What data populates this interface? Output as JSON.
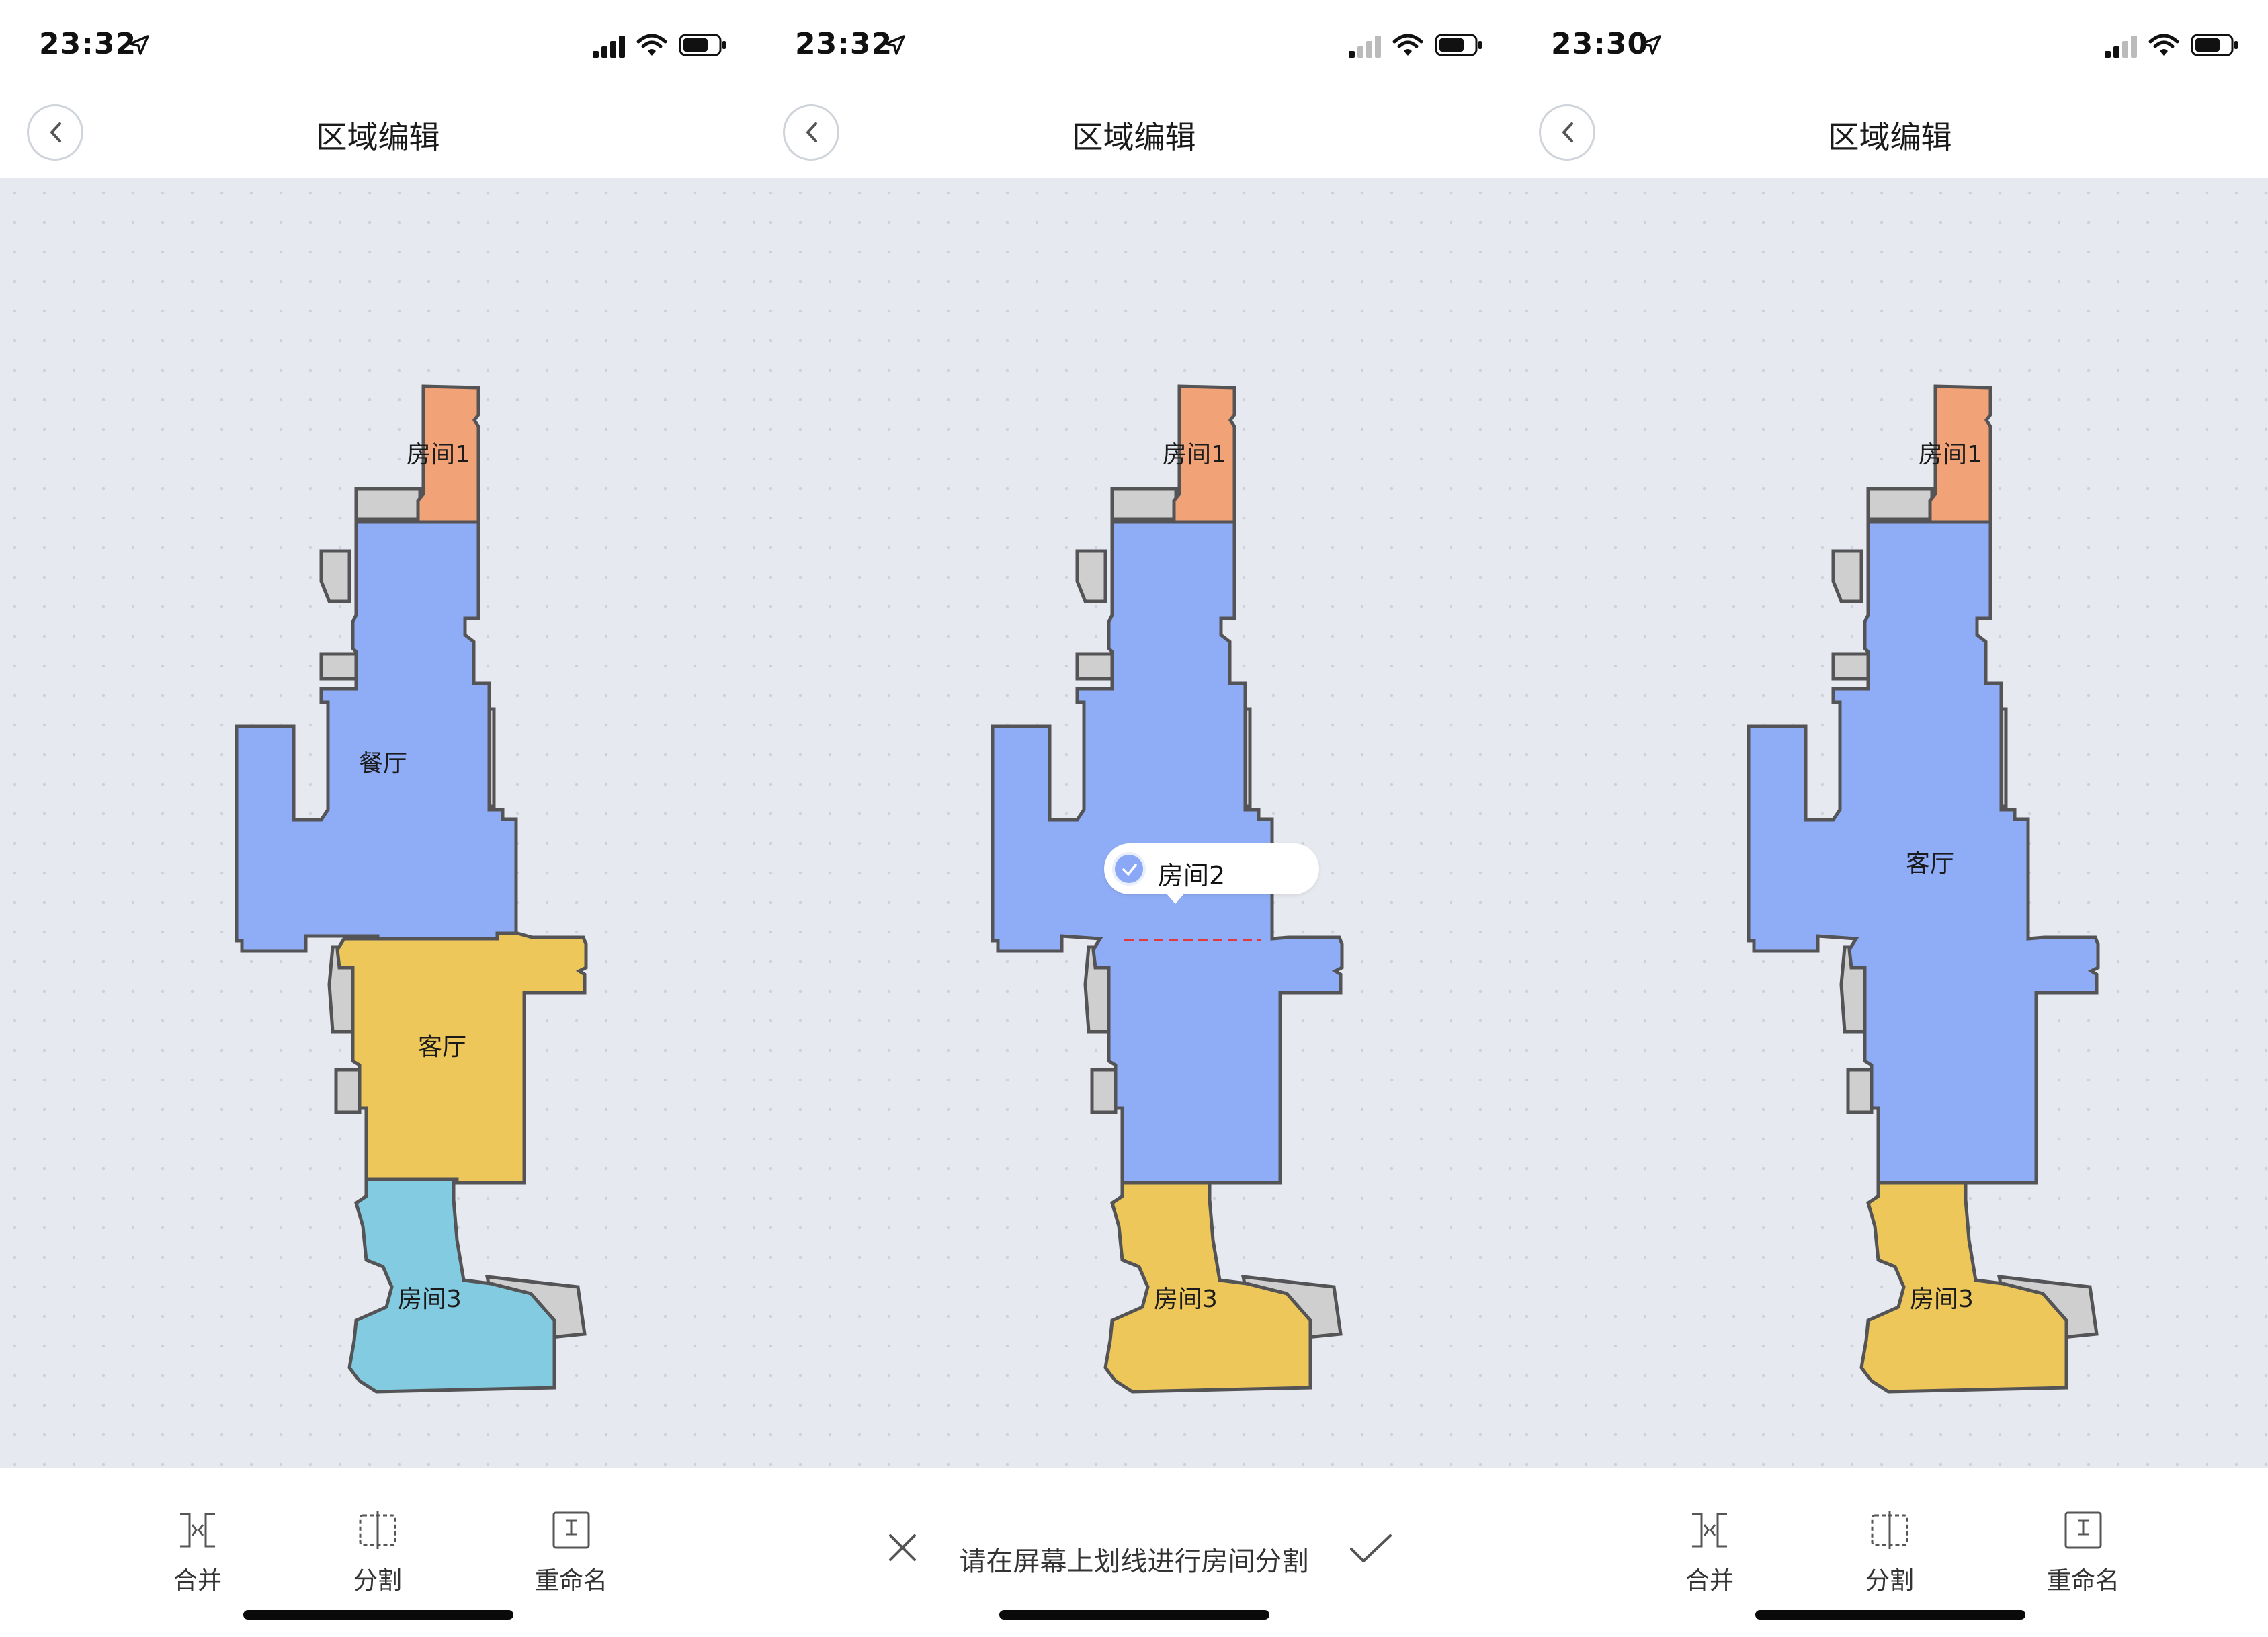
{
  "colors": {
    "canvas_bg": "#e6e9ef",
    "room_orange": "#f2a277",
    "room_blue": "#8fadf6",
    "room_yellow": "#eec75a",
    "room_cyan": "#83cbe1",
    "wall_gray": "#cfcfcf",
    "outline": "#545457",
    "split_line": "#e03a3a"
  },
  "screens": [
    {
      "status": {
        "time": "23:32"
      },
      "nav": {
        "title": "区域编辑"
      },
      "rooms": {
        "top": "房间1",
        "middle": "餐厅",
        "lower": "客厅",
        "bottom": "房间3"
      },
      "toolbar": {
        "merge_label": "合并",
        "split_label": "分割",
        "rename_label": "重命名"
      }
    },
    {
      "status": {
        "time": "23:32"
      },
      "nav": {
        "title": "区域编辑"
      },
      "rooms": {
        "top": "房间1",
        "bottom": "房间3"
      },
      "bubble": {
        "label": "房间2",
        "selected": true
      },
      "toolbar": {
        "hint": "请在屏幕上划线进行房间分割"
      }
    },
    {
      "status": {
        "time": "23:30"
      },
      "nav": {
        "title": "区域编辑"
      },
      "rooms": {
        "top": "房间1",
        "middle": "客厅",
        "bottom": "房间3"
      },
      "toolbar": {
        "merge_label": "合并",
        "split_label": "分割",
        "rename_label": "重命名"
      }
    }
  ]
}
